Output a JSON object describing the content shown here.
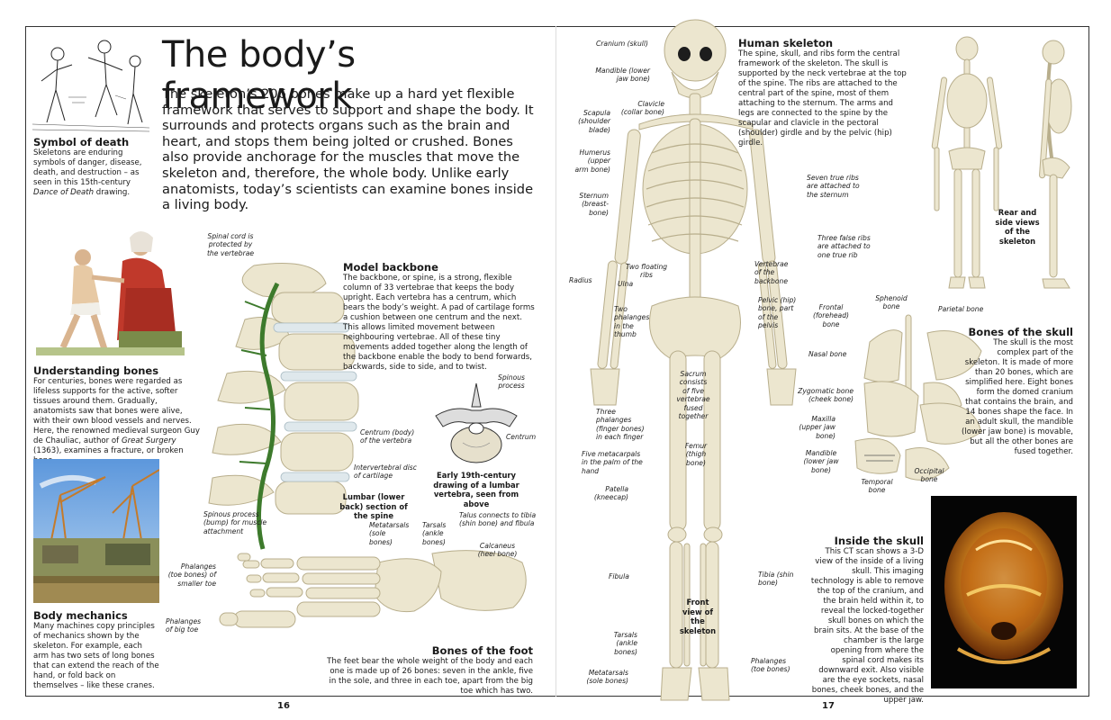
{
  "page": {
    "title": "The body’s framework",
    "intro": "The skeleton’s 206 bones make up a hard yet flexible framework that serves to support and shape the body. It surrounds and protects organs such as the brain and heart, and stops them being jolted or crushed. Bones also provide anchorage for the muscles that move the skeleton and, therefore, the whole body. Unlike early anatomists, today’s scientists can examine bones inside a living body.",
    "page_left": "16",
    "page_right": "17"
  },
  "symbol_of_death": {
    "heading": "Symbol of death",
    "text_1": "Skeletons are enduring symbols of danger, disease, death, and destruction – as seen in this 15th-century ",
    "text_em": "Dance of Death",
    "text_2": " drawing."
  },
  "understanding_bones": {
    "heading": "Understanding bones",
    "text_1": "For centuries, bones were regarded as lifeless supports for the active, softer tissues around them. Gradually, anatomists saw that bones were alive, with their own blood vessels and nerves. Here, the renowned medieval surgeon Guy de Chauliac, author of ",
    "text_em": "Great Surgery",
    "text_2": " (1363), examines a fracture, or broken bone."
  },
  "body_mechanics": {
    "heading": "Body mechanics",
    "text": "Many machines copy principles of mechanics shown by the skeleton. For example, each arm has two sets of long bones that can extend the reach of the hand, or fold back on themselves – like these cranes."
  },
  "model_backbone": {
    "heading": "Model backbone",
    "text": "The backbone, or spine, is a strong, flexible column of 33 vertebrae that keeps the body upright. Each vertebra has a centrum, which bears the body’s weight. A pad of cartilage forms a cushion between one centrum and the next. This allows limited movement between neighbouring vertebrae. All of these tiny movements added together along the length of the backbone enable the body to bend forwards, backwards, side to side, and to twist.",
    "labels": {
      "spinal_cord": "Spinal cord is protected by the vertebrae",
      "centrum": "Centrum (body) of the vertebra",
      "disc": "Intervertebral disc of cartilage",
      "spinous": "Spinous process (bump) for muscle attachment",
      "section": "Lumbar (lower back) section of the spine"
    }
  },
  "vertebra_drawing": {
    "spinous": "Spinous process",
    "centrum": "Centrum",
    "caption": "Early 19th-century drawing of a lumbar vertebra, seen from above"
  },
  "foot": {
    "heading": "Bones of the foot",
    "text": "The feet bear the whole weight of the body and each one is made up of 26 bones: seven in the ankle, five in the sole, and three in each toe, apart from the big toe which has two.",
    "labels": {
      "metatarsals": "Metatarsals (sole bones)",
      "tarsals": "Tarsals (ankle bones)",
      "talus": "Talus connects to tibia (shin bone) and fibula",
      "calcaneus": "Calcaneus (heel bone)",
      "phalanges_small": "Phalanges (toe bones) of smaller toe",
      "phalanges_big": "Phalanges of big toe"
    }
  },
  "skeleton_labels": {
    "cranium": "Cranium (skull)",
    "mandible": "Mandible (lower jaw bone)",
    "clavicle": "Clavicle (collar bone)",
    "scapula": "Scapula (shoulder blade)",
    "humerus": "Humerus (upper arm bone)",
    "sternum": "Sternum (breast-bone)",
    "radius": "Radius",
    "ulna": "Ulna",
    "two_floating": "Two floating ribs",
    "two_phalanges": "Two phalanges in the thumb",
    "three_phalanges": "Three phalanges (finger bones) in each finger",
    "five_metacarpals": "Five metacarpals in the palm of the hand",
    "patella": "Patella (kneecap)",
    "fibula": "Fibula",
    "tarsals": "Tarsals (ankle bones)",
    "metatarsals": "Metatarsals (sole bones)",
    "seven_true": "Seven true ribs are attached to the sternum",
    "three_false": "Three false ribs are attached to one true rib",
    "vertebrae": "Vertebrae of the backbone",
    "pelvic": "Pelvic (hip) bone, part of the pelvis",
    "sacrum": "Sacrum consists of five vertebrae fused together",
    "femur": "Femur (thigh bone)",
    "tibia": "Tibia (shin bone)",
    "phalanges_toe": "Phalanges (toe bones)",
    "front_view": "Front view of the skeleton"
  },
  "human_skeleton": {
    "heading": "Human skeleton",
    "text": "The spine, skull, and ribs form the central framework of the skeleton. The skull is supported by the neck vertebrae at the top of the spine. The ribs are attached to the central part of the spine, most of them attaching to the sternum. The arms and legs are connected to the spine by the scapular and clavicle in the pectoral (shoulder) girdle and by the pelvic (hip) girdle.",
    "rear_caption": "Rear and side views of the skeleton"
  },
  "skull": {
    "heading": "Bones of the skull",
    "text": "The skull is the most complex part of the skeleton. It is made of more than 20 bones, which are simplified here. Eight bones form the domed cranium that contains the brain, and 14 bones shape the face. In an adult skull, the mandible (lower jaw bone) is movable, but all the other bones are fused together.",
    "labels": {
      "sphenoid": "Sphenoid bone",
      "frontal": "Frontal (forehead) bone",
      "parietal": "Parietal bone",
      "nasal": "Nasal bone",
      "zygomatic": "Zygomatic bone (cheek bone)",
      "maxilla": "Maxilla (upper jaw bone)",
      "mandible": "Mandible (lower jaw bone)",
      "temporal": "Temporal bone",
      "occipital": "Occipital bone"
    }
  },
  "inside_skull": {
    "heading": "Inside the skull",
    "text": "This CT scan shows a 3-D view of the inside of a living skull. This imaging technology is able to remove the top of the cranium, and the brain held within it, to reveal the locked-together skull bones on which the brain sits. At the base of the chamber is the large opening from where the spinal cord makes its downward exit. Also visible are the eye sockets, nasal bones, cheek bones, and the upper jaw."
  },
  "colors": {
    "bone": "#ece6cf",
    "bone_shade": "#c9c0a0",
    "cord": "#3d7a2c",
    "ct_orange": "#d98a1e",
    "crane_sky": "#7fb4e6"
  }
}
